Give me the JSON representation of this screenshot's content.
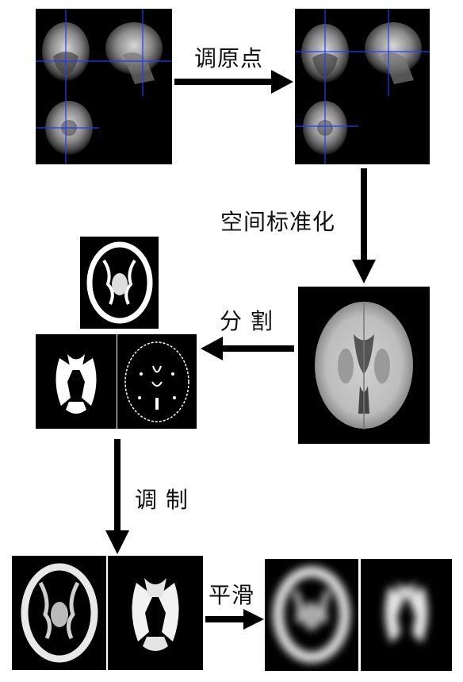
{
  "steps": {
    "origin": "调原点",
    "normalize": "空间标准化",
    "segment": "分 割",
    "modulate": "调 制",
    "smooth": "平滑"
  },
  "colors": {
    "background": "#ffffff",
    "panel": "#000000",
    "crosshair": "#1e3cff",
    "arrow": "#000000"
  }
}
